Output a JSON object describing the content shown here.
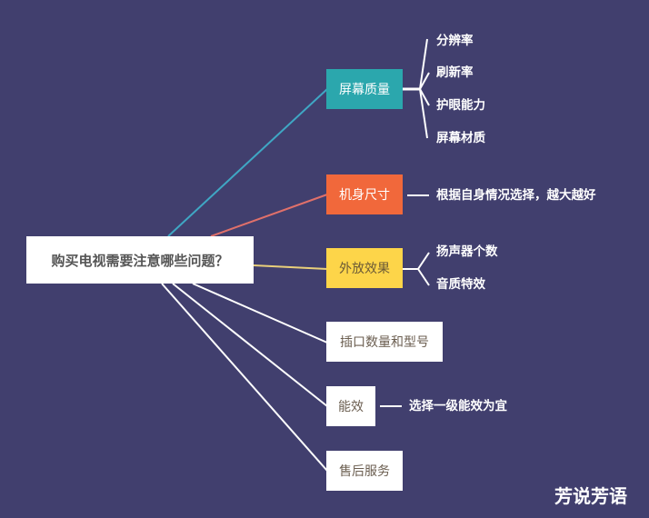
{
  "root": {
    "label": "购买电视需要注意哪些问题？"
  },
  "branches": [
    {
      "label": "屏幕质量",
      "color": "#2ba7ad",
      "text_color": "#ffffff",
      "children": [
        "分辨率",
        "刷新率",
        "护眼能力",
        "屏幕材质"
      ]
    },
    {
      "label": "机身尺寸",
      "color": "#f1683b",
      "text_color": "#ffffff",
      "children": [
        "根据自身情况选择，越大越好"
      ]
    },
    {
      "label": "外放效果",
      "color": "#fdd549",
      "text_color": "#6b5a36",
      "children": [
        "扬声器个数",
        "音质特效"
      ]
    },
    {
      "label": "插口数量和型号",
      "color": "#ffffff",
      "text_color": "#6b5e50",
      "children": []
    },
    {
      "label": "能效",
      "color": "#ffffff",
      "text_color": "#6b5e50",
      "children": [
        "选择一级能效为宜"
      ]
    },
    {
      "label": "售后服务",
      "color": "#ffffff",
      "text_color": "#6b5e50",
      "children": []
    }
  ],
  "watermark": "芳说芳语",
  "colors": {
    "background": "#413f6e",
    "root_line_teal": "#3fa7c4",
    "root_line_orange": "#e0706a",
    "root_line_yellow": "#e9cf7a"
  }
}
